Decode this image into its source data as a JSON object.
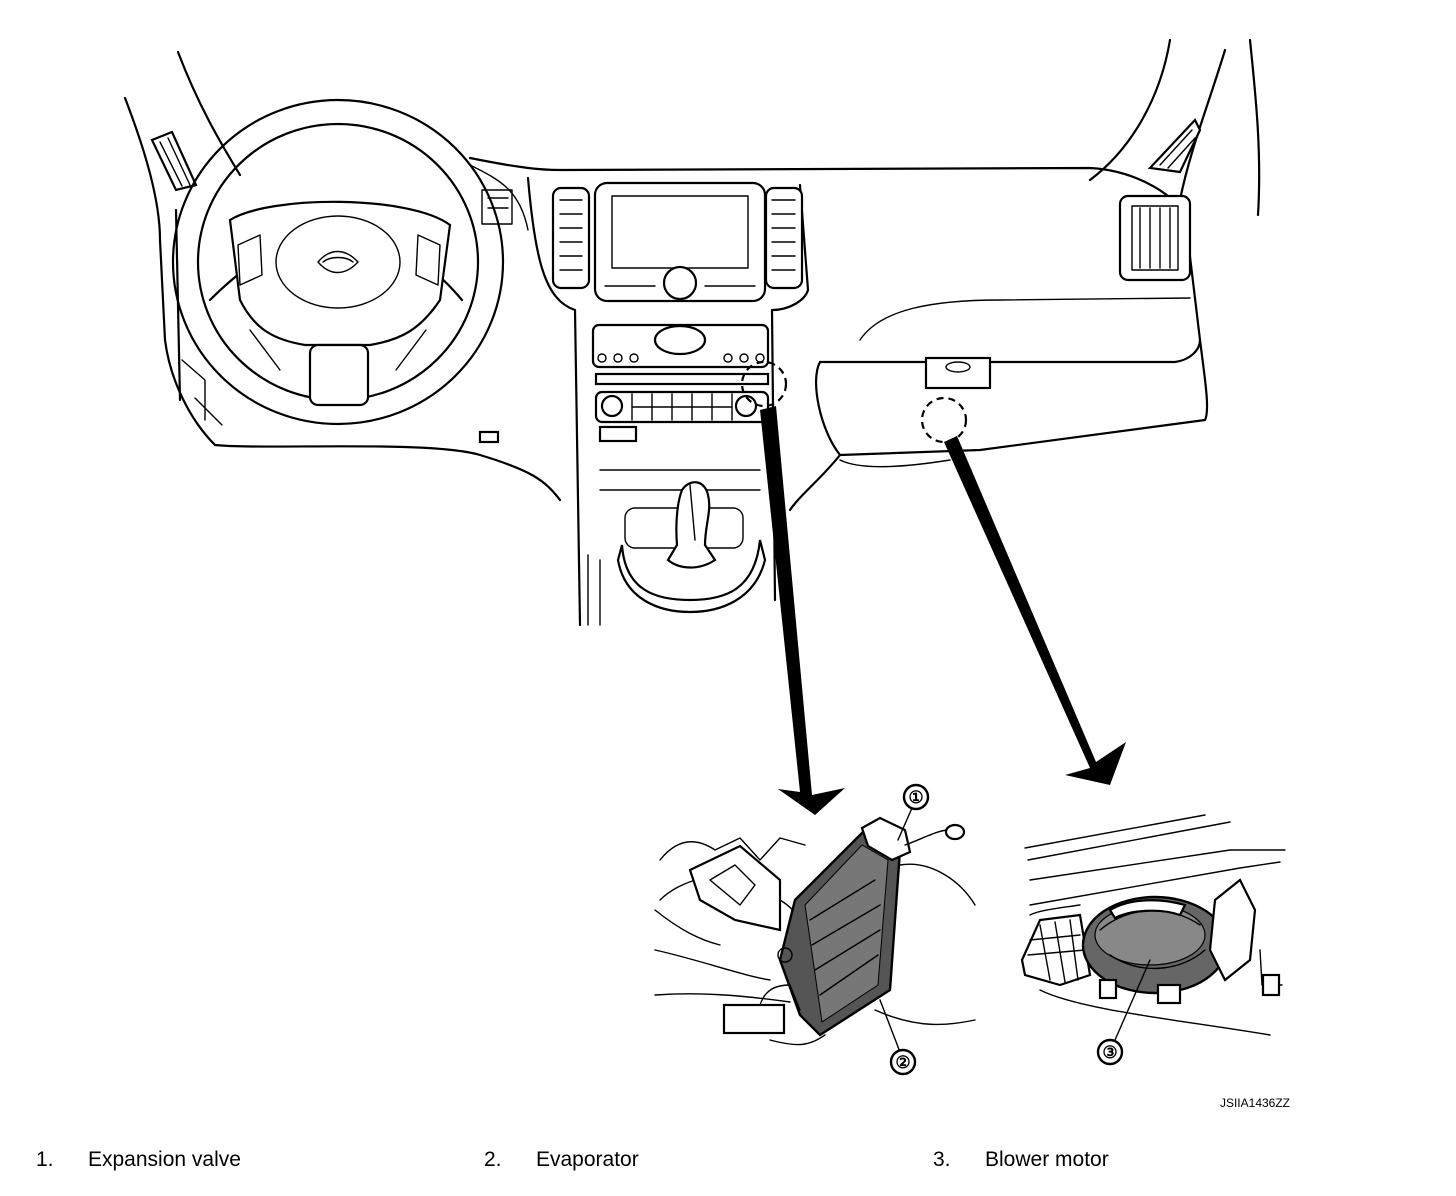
{
  "figure_code": "JSIIA1436ZZ",
  "callouts": [
    {
      "num": "①",
      "label_ref": "1"
    },
    {
      "num": "②",
      "label_ref": "2"
    },
    {
      "num": "③",
      "label_ref": "3"
    }
  ],
  "legend": [
    {
      "number": "1.",
      "text": "Expansion valve"
    },
    {
      "number": "2.",
      "text": "Evaporator"
    },
    {
      "number": "3.",
      "text": "Blower motor"
    }
  ]
}
